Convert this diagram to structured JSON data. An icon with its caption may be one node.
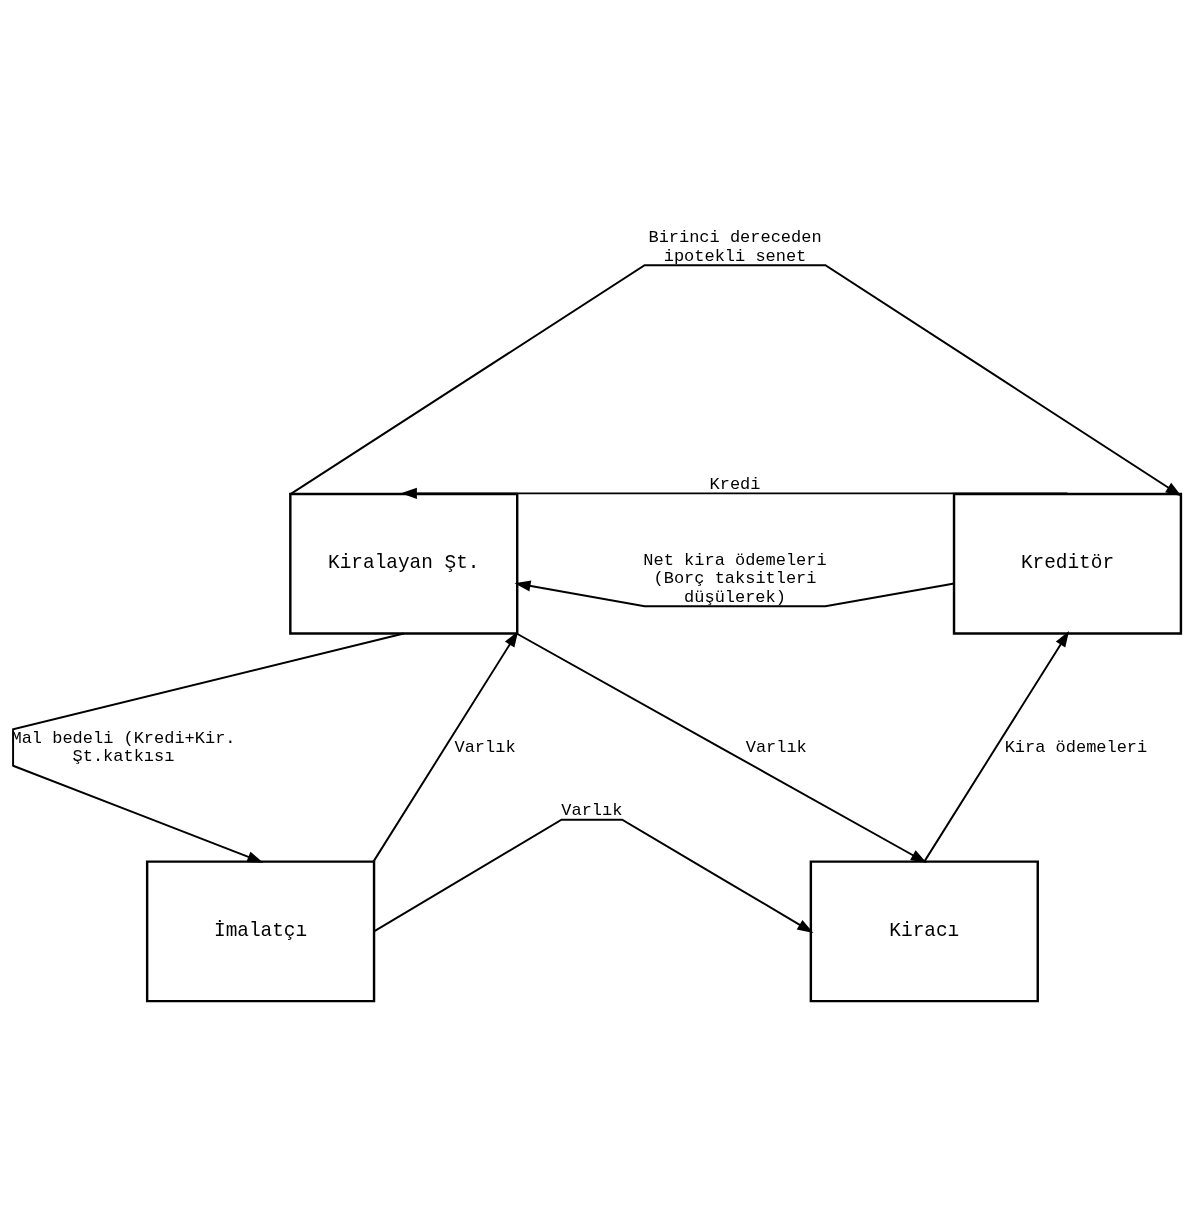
{
  "diagram": {
    "nodes": [
      {
        "text": [
          "Kiralayan Şt."
        ]
      },
      {
        "text": [
          "Kreditör"
        ]
      },
      {
        "text": [
          "İmalatçı"
        ]
      },
      {
        "text": [
          "Kiracı"
        ]
      }
    ],
    "edges": [
      {
        "from": 0,
        "to": 1,
        "arrow": "to",
        "label": "Birinci dereceden ipotekli senet"
      },
      {
        "from": 1,
        "to": 0,
        "arrow": "to",
        "label": "Kredi"
      },
      {
        "from": 1,
        "to": 0,
        "arrow": "to",
        "label": "Net kira ödemeleri (Borç taksitleri düşülerek)"
      },
      {
        "from": 0,
        "to": 2,
        "arrow": "to",
        "label": "Mal bedeli (Kredi+Kir. Şt.katkısı"
      },
      {
        "from": 2,
        "to": 0,
        "arrow": "to",
        "label": "Varlık"
      },
      {
        "from": 0,
        "to": 3,
        "arrow": "to",
        "label": "Varlık"
      },
      {
        "from": 3,
        "to": 1,
        "arrow": "to",
        "label": "Kira ödemeleri"
      },
      {
        "from": 2,
        "to": 3,
        "arrow": "to",
        "label": "Varlık"
      }
    ]
  }
}
